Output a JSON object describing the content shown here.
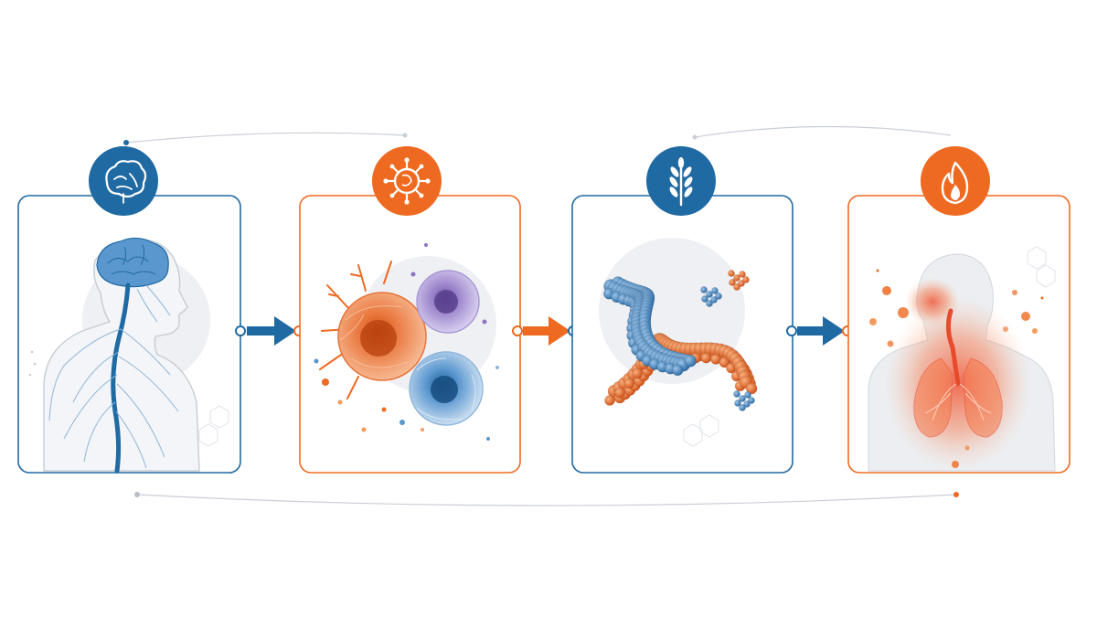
{
  "colors": {
    "blue": "#1f6aa3",
    "blue_light": "#5b97cf",
    "blue_pale": "#a9c9e6",
    "orange": "#ef6a21",
    "orange_light": "#f59b5e",
    "purple": "#8f73c2",
    "gray_line": "#c9ced6",
    "gray_fill": "#eef0f3",
    "red_glow": "#f0563a"
  },
  "panels": [
    {
      "name": "nervous-system-panel",
      "icon": "brain-icon",
      "accent": "blue",
      "illustration": "human-nervous-system"
    },
    {
      "name": "immune-cells-panel",
      "icon": "virus-icon",
      "accent": "orange",
      "illustration": "immune-cells"
    },
    {
      "name": "protein-allergen-panel",
      "icon": "wheat-icon",
      "accent": "blue",
      "illustration": "protein-molecule"
    },
    {
      "name": "inflammation-panel",
      "icon": "flame-icon",
      "accent": "orange",
      "illustration": "inflamed-airways"
    }
  ],
  "connectors": [
    {
      "name": "arrow-nervous-to-immune",
      "color": "blue"
    },
    {
      "name": "arrow-immune-to-protein",
      "color": "orange"
    },
    {
      "name": "arrow-protein-to-inflammation",
      "color": "blue"
    }
  ]
}
